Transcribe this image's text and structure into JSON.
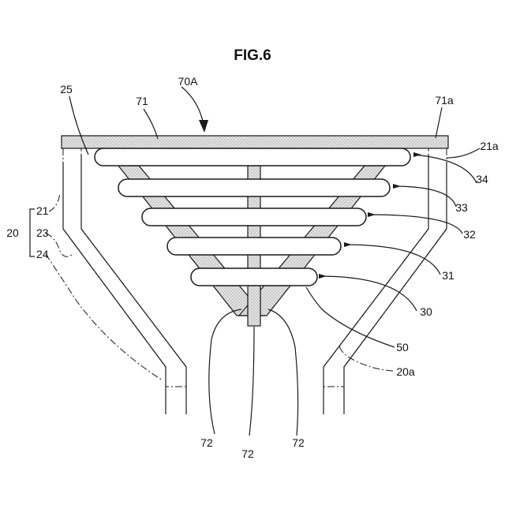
{
  "figure": {
    "title": "FIG.6",
    "labels": {
      "l70A": "70A",
      "l71": "71",
      "l71a": "71a",
      "l25": "25",
      "l21a": "21a",
      "l20": "20",
      "l21": "21",
      "l23": "23",
      "l24": "24",
      "l34": "34",
      "l33": "33",
      "l32": "32",
      "l31": "31",
      "l30": "30",
      "l50": "50",
      "l20a": "20a",
      "l72_left": "72",
      "l72_center": "72",
      "l72_right": "72"
    }
  }
}
